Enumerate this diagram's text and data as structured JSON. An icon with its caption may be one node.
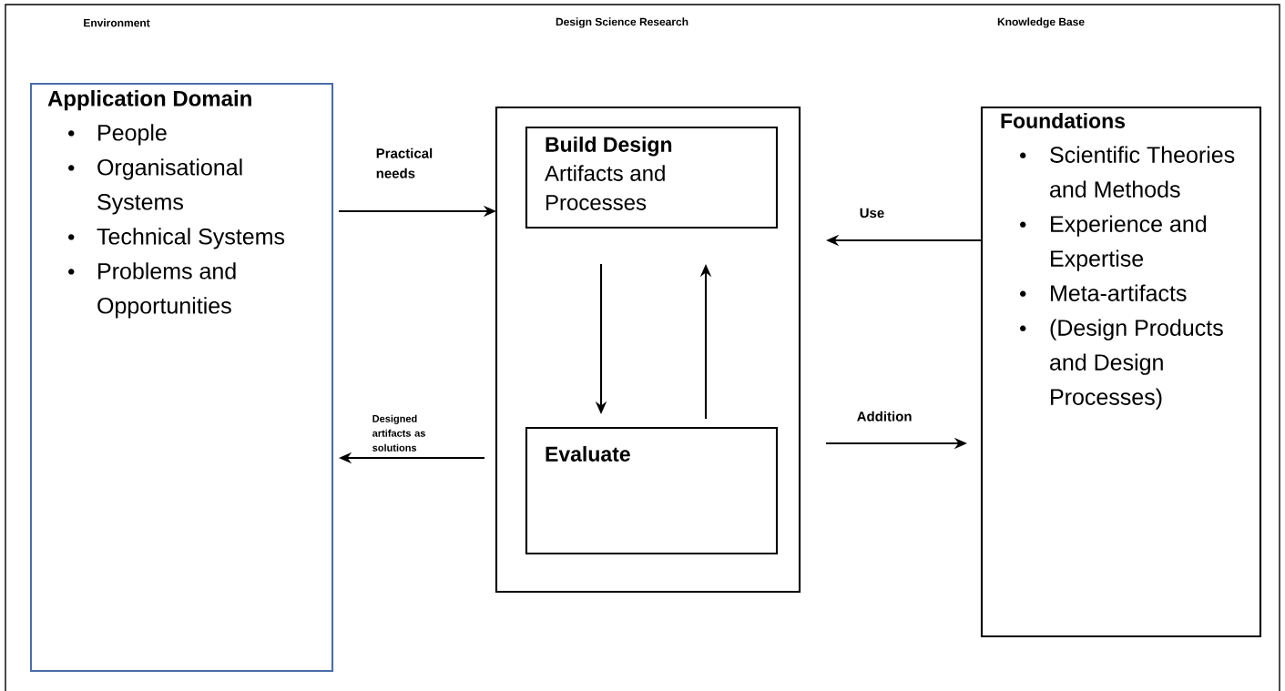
{
  "diagram": {
    "nodes": [
      {
        "text": [
          "Application Domain",
          "People",
          "Organisational Systems",
          "Technical Systems",
          "Problems and Opportunities"
        ]
      },
      {
        "text": [],
        "shape": "box"
      },
      {
        "text": [
          "Build Design",
          "Artifacts and Processes"
        ],
        "in": 1
      },
      {
        "text": [
          "Evaluate"
        ],
        "in": 1
      },
      {
        "text": [
          "Foundations",
          "Scientific Theories and Methods",
          "Experience and Expertise",
          "Meta-artifacts",
          "(Design Products and Design Processes)"
        ]
      }
    ],
    "edges": [
      {
        "from": 0,
        "to": 1,
        "arrow": "to",
        "label": "Practical needs"
      },
      {
        "from": 1,
        "to": 0,
        "arrow": "to",
        "label": "Designed artifacts as solutions"
      },
      {
        "from": 2,
        "to": 3,
        "arrow": "to"
      },
      {
        "from": 3,
        "to": 2,
        "arrow": "to"
      },
      {
        "from": 4,
        "to": 1,
        "arrow": "to",
        "label": "Use"
      },
      {
        "from": 1,
        "to": 4,
        "arrow": "to",
        "label": "Addition"
      }
    ],
    "labels": [
      "Environment",
      "Design Science Research",
      "Knowledge Base"
    ]
  }
}
